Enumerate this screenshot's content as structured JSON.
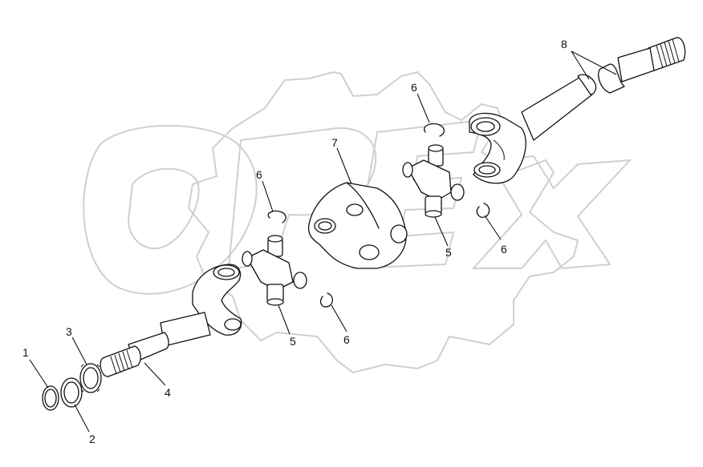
{
  "callouts": {
    "c1": "1",
    "c2": "2",
    "c3": "3",
    "c4": "4",
    "c5a": "5",
    "c5b": "5",
    "c6a": "6",
    "c6b": "6",
    "c6c": "6",
    "c6d": "6",
    "c7": "7",
    "c8": "8"
  },
  "watermark": {
    "brand": "OPEX",
    "icon": "gear-logo-watermark"
  },
  "colors": {
    "line": "#111111",
    "watermark": "#cfcfcf",
    "background": "#ffffff"
  }
}
